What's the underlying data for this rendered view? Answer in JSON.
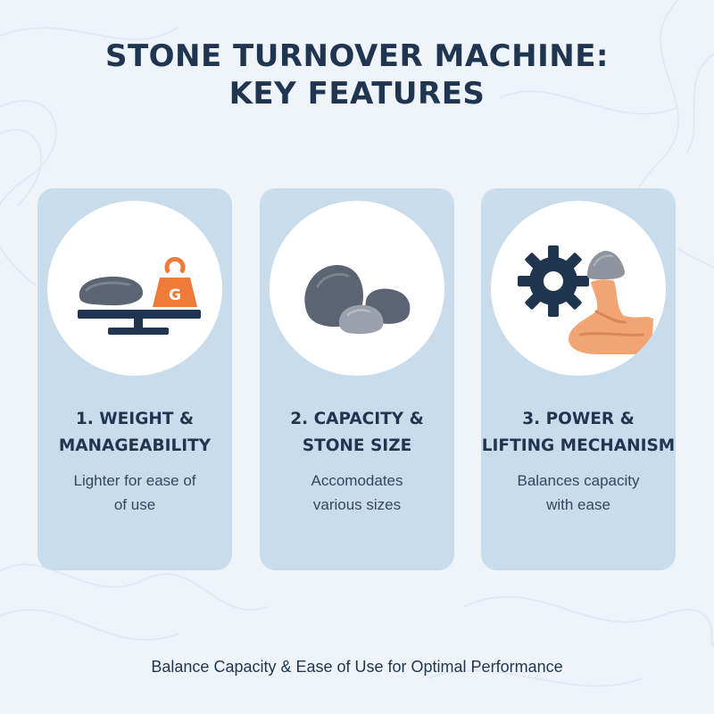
{
  "title": {
    "line1": "STONE TURNOVER MACHINE:",
    "line2": "KEY FEATURES"
  },
  "features": [
    {
      "heading_line1": "1. WEIGHT &",
      "heading_line2": "MANAGEABILITY",
      "desc_line1": "Lighter for ease of",
      "desc_line2": "of use",
      "icon": "scale-with-stone-and-weight-icon",
      "weight_letter": "G"
    },
    {
      "heading_line1": "2. CAPACITY &",
      "heading_line2": "STONE SIZE",
      "desc_line1": "Accomodates",
      "desc_line2": "various sizes",
      "icon": "stones-icon"
    },
    {
      "heading_line1": "3. POWER &",
      "heading_line2": "LIFTING MECHANISM",
      "desc_line1": "Balances capacity",
      "desc_line2": "with ease",
      "icon": "gear-and-flexed-arm-icon"
    }
  ],
  "footer": "Balance Capacity & Ease of Use for Optimal Performance",
  "colors": {
    "background": "#eef4f9",
    "card": "#c9dcec",
    "navy": "#1f3550",
    "orange": "#f07a38",
    "stone_dark": "#5a6472",
    "stone_light": "#9aa1aa",
    "skin": "#f2a474"
  }
}
